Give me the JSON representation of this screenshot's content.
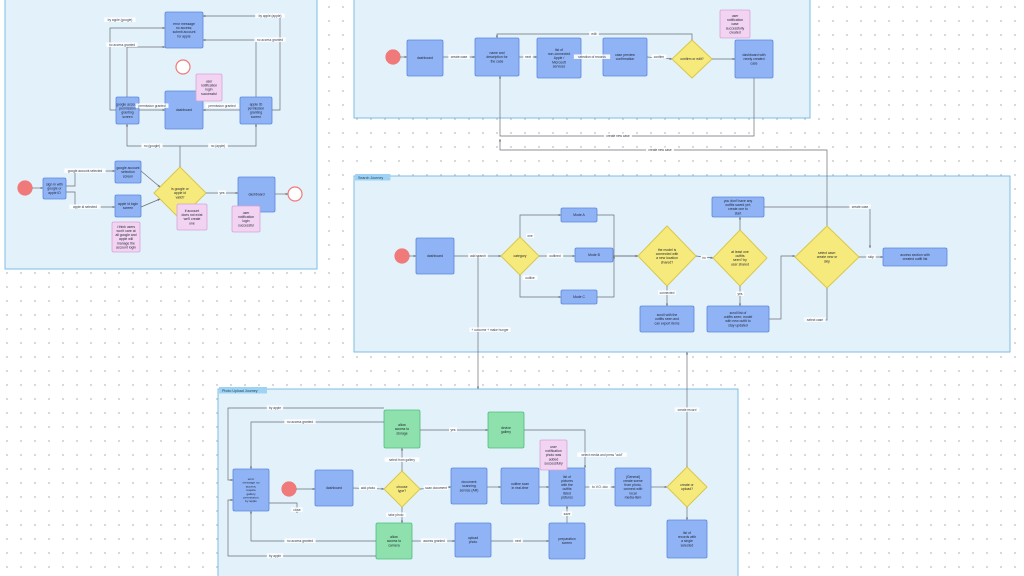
{
  "colors": {
    "frame_fill": "#e3f1fb",
    "frame_stroke": "#7dbde6",
    "process": "#8fb3f5",
    "process_stroke": "#5b87db",
    "decision": "#f7ea7c",
    "decision_stroke": "#d9c84a",
    "note": "#f3d3f2",
    "note_stroke": "#d6a3d6",
    "green": "#8ee0ad",
    "green_stroke": "#4fbf7c",
    "start": "#f07a7a",
    "connector": "#6b6f76",
    "frame_tag": "#9fd3f4"
  },
  "frames": {
    "search": {
      "label": "Search Journey"
    },
    "upload": {
      "label": "Photo Upload Journey"
    }
  },
  "nodes": {
    "f1_error": "error message no access; submit account for apple",
    "f1_dashboard": "dashboard",
    "f1_note_top": "user notification login successful",
    "f1_google_grant": "google account permission granting screen",
    "f1_apple_grant": "apple ID permission granting screen",
    "f1_gacct_select": "google account selection screen",
    "f1_appleid_login": "apple id login screen",
    "f1_sign_in": "sign in with google or apple ID",
    "f1_decision": "is google or apple id valid?",
    "f1_dashboard2": "dashboard",
    "f1_note_login": "user notification login successful",
    "f1_note_pass": "i think users won't care at all google and apple will manage the account login",
    "f1_note_other": "if account does not exist we'll create one",
    "f2_dashboard": "dashboard",
    "f2_form": "name and description for the case",
    "f2_list": "list of non-connected Apple / Microsoft services",
    "f2_confirm": "case preview confirmation",
    "f2_decision": "confirm or edit?",
    "f2_dashboard2": "dashboard with newly created case",
    "f2_note": "user notification case successfully created",
    "f3_dashboard": "dashboard",
    "f3_category": "category",
    "f3_one": "Mode A",
    "f3_two": "Mode B",
    "f3_three": "Mode C",
    "f3_decision1": "the model is connected with a new location shared?",
    "f3_decision2": "at least one outfits seen? by user shared",
    "f3_decision3": "select case: create new or skip",
    "f3_scroll": "scroll with the outfits seen and can export items",
    "f3_scroll2": "scroll list of outfits seen; model with new outfit to stay updated",
    "f3_case_list": "you don't have any outfits saved yet; create one to start",
    "f3_section": "access section with created outfit list",
    "f4_error": "error message no access; require gallery permission by apple",
    "f4_dashboard": "dashboard",
    "f4_decision": "choose type?",
    "f4_allow_storage": "allow access to storage",
    "f4_allow_camera": "allow access to camera",
    "f4_gallery": "device gallery",
    "f4_doc_scan": "document scanning service (AR)",
    "f4_outline": "outline scan in real-time",
    "f4_photo": "upload photo",
    "f4_list": "list of pictures with the outfits listed pictures",
    "f4_note": "user notification photo was added successfully",
    "f4_decision2": "create or upload?",
    "f4_general": "(General) create scene from photo, connect with local media-item",
    "f4_upload_screen": "preparation screen",
    "f4_last": "list of records with a single selected"
  },
  "edges": {
    "f1_by_apple_top": "by apple (google)",
    "f1_by_apple_right": "by apple (apple)",
    "f1_no_access_left": "no access granted",
    "f1_no_access_right": "no access granted",
    "f1_perm_google": "permission granted",
    "f1_perm_apple": "permission granted",
    "f1_no_google": "no (google)",
    "f1_no_apple": "no (apple)",
    "f1_google_selected": "google account selected",
    "f1_apple_selected": "apple id selected",
    "f1_yes": "yes",
    "f2_create_case": "create case",
    "f2_next": "next",
    "f2_selection": "selection of records",
    "f2_confirm": "confirm",
    "f2_edit": "edit",
    "f2_create_new_case": "create new case",
    "f3_create_new_case": "create new case",
    "f3_add_search": "add search",
    "f3_one": "one",
    "f3_two": "outlined",
    "f3_three": "outline",
    "f3_connected": "connected",
    "f3_no": "no",
    "f3_yes": "yes",
    "f3_skip": "skip",
    "f3_select_case": "select case",
    "f3_create_case": "create case",
    "f3_outcome": "+ outcome + make hunger",
    "f4_by_apple_top": "by apple",
    "f4_no_access_top": "no access granted",
    "f4_no_access_bottom": "no access granted",
    "f4_by_apple_bottom": "by apple",
    "f4_yes": "yes",
    "f4_close": "close",
    "f4_add_photo": "add photo",
    "f4_scan_document": "scan document",
    "f4_select_gallery": "select from gallery",
    "f4_take_photo": "take photo",
    "f4_access_granted": "access granted",
    "f4_select_photo": "select photo",
    "f4_next": "next",
    "f4_select_add": "select media and press \"add\"",
    "f4_save": "save",
    "f4_create_record": "create record",
    "f4_to_vo": "to V.O. doc"
  }
}
